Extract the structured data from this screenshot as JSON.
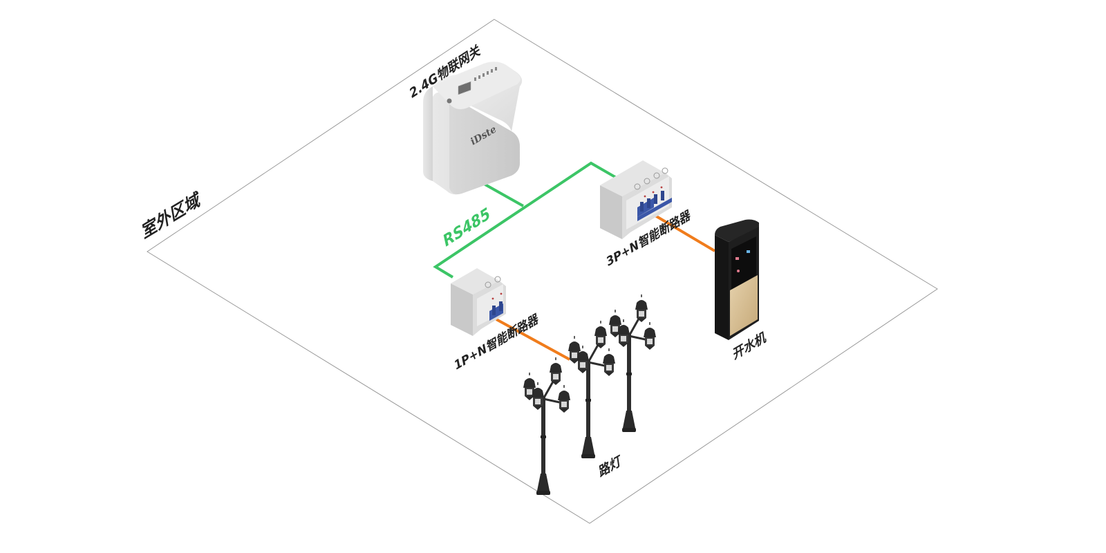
{
  "diagram": {
    "title": "室外区域",
    "colors": {
      "rs485_line": "#3cc566",
      "power_line": "#f07c1c",
      "platform_outline": "#9a9a9a",
      "label_text": "#222222",
      "gateway_body": "#e6e6e6",
      "breaker_body": "#dcdcdc",
      "breaker_handle": "#3b57a8",
      "dispenser_body": "#1e1e1e",
      "dispenser_panel": "#d8bf96",
      "lamp": "#2a2a2a"
    },
    "nodes": [
      {
        "id": "gateway",
        "label": "2.4G物联网关",
        "brand": "iDste"
      },
      {
        "id": "breaker_3p",
        "label": "3P+N智能断路器"
      },
      {
        "id": "breaker_1p",
        "label": "1P+N智能断路器"
      },
      {
        "id": "water_dispenser",
        "label": "开水机"
      },
      {
        "id": "street_lights",
        "label": "路灯",
        "count": 3
      }
    ],
    "links": [
      {
        "from": "gateway",
        "to": "breaker_3p",
        "type": "RS485"
      },
      {
        "from": "gateway",
        "to": "breaker_1p",
        "type": "RS485"
      },
      {
        "from": "breaker_3p",
        "to": "water_dispenser",
        "type": "power"
      },
      {
        "from": "breaker_1p",
        "to": "street_lights",
        "type": "power"
      }
    ],
    "bus_label": "RS485"
  }
}
